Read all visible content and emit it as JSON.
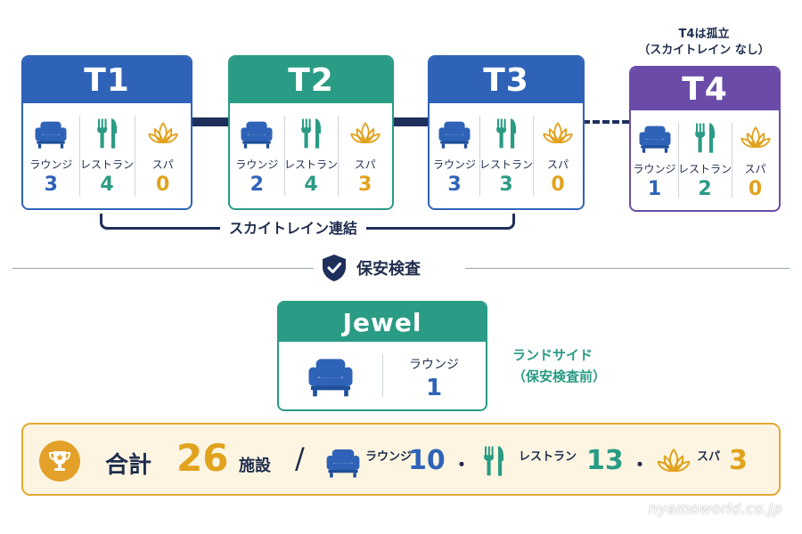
{
  "t4_note": {
    "line1": "T4は孤立",
    "line2": "（スカイトレイン なし）"
  },
  "labels": {
    "lounge": "ラウンジ",
    "restaurant": "レストラン",
    "spa": "スパ"
  },
  "terminals": [
    {
      "name": "T1",
      "lounge": "3",
      "restaurant": "4",
      "spa": "0"
    },
    {
      "name": "T2",
      "lounge": "2",
      "restaurant": "4",
      "spa": "3"
    },
    {
      "name": "T3",
      "lounge": "3",
      "restaurant": "3",
      "spa": "0"
    },
    {
      "name": "T4",
      "lounge": "1",
      "restaurant": "2",
      "spa": "0"
    }
  ],
  "skytrain_label": "スカイトレイン連結",
  "security_label": "保安検査",
  "jewel": {
    "name": "Jewel",
    "lounge_label": "ラウンジ",
    "lounge": "1"
  },
  "landside": {
    "line1": "ランドサイド",
    "line2": "（保安検査前）"
  },
  "total": {
    "label": "合計",
    "count": "26",
    "unit": "施設",
    "slash": "/",
    "lounge_label": "ラウンジ",
    "lounge": "10",
    "sep": "・",
    "restaurant_label": "レストラン",
    "restaurant": "13",
    "spa_label": "スパ",
    "spa": "3"
  },
  "watermark": "nyamoworld.co.jp",
  "colors": {
    "blue": "#2f63b8",
    "green": "#2a9b84",
    "purple": "#6a4ca8",
    "gold": "#e1a21e",
    "navy": "#1f2f5c"
  },
  "icons": [
    "lounge-chair-icon",
    "fork-knife-icon",
    "lotus-icon",
    "shield-check-icon",
    "trophy-icon"
  ]
}
